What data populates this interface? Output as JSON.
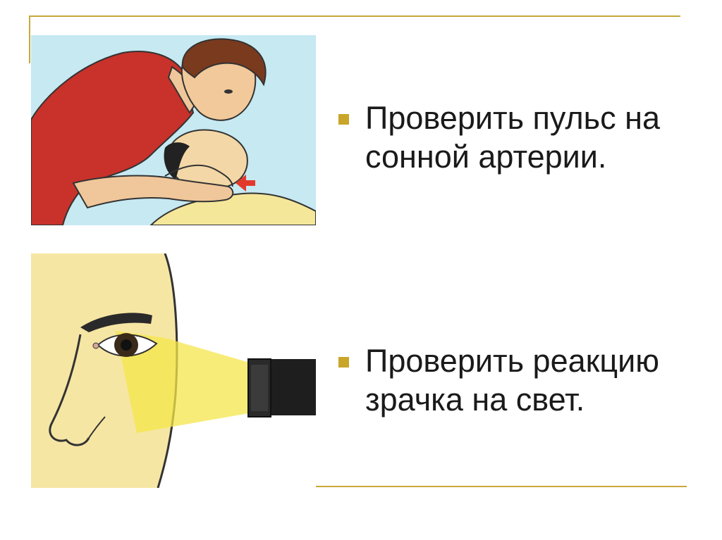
{
  "slide": {
    "accent_color": "#c8a83a",
    "bullet_color": "#c9a52a",
    "text_color": "#1a1a1a"
  },
  "illustrations": [
    {
      "name": "pulse-check-illustration",
      "icon": "person-checking-carotid-pulse"
    },
    {
      "name": "pupil-check-illustration",
      "icon": "flashlight-on-pupil"
    }
  ],
  "bullets": [
    {
      "text_lines": [
        "Проверить пульс на",
        "сонной артерии."
      ]
    },
    {
      "text_lines": [
        "Проверить реакцию",
        "зрачка на свет."
      ]
    }
  ]
}
